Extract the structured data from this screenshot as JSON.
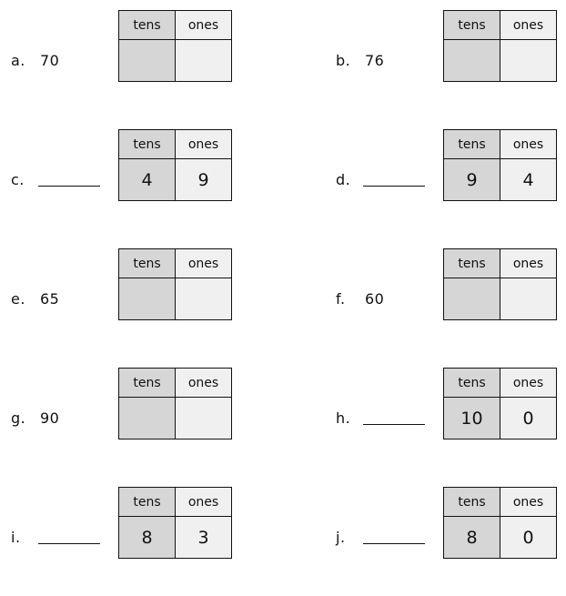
{
  "worksheet": {
    "table_headers": {
      "tens": "tens",
      "ones": "ones"
    }
  },
  "items": [
    {
      "letter": "a.",
      "number": "70",
      "blank": false,
      "tens": "",
      "ones": ""
    },
    {
      "letter": "b.",
      "number": "76",
      "blank": false,
      "tens": "",
      "ones": ""
    },
    {
      "letter": "c.",
      "number": "",
      "blank": true,
      "tens": "4",
      "ones": "9"
    },
    {
      "letter": "d.",
      "number": "",
      "blank": true,
      "tens": "9",
      "ones": "4"
    },
    {
      "letter": "e.",
      "number": "65",
      "blank": false,
      "tens": "",
      "ones": ""
    },
    {
      "letter": "f.",
      "number": "60",
      "blank": false,
      "tens": "",
      "ones": ""
    },
    {
      "letter": "g.",
      "number": "90",
      "blank": false,
      "tens": "",
      "ones": ""
    },
    {
      "letter": "h.",
      "number": "",
      "blank": true,
      "tens": "10",
      "ones": "0"
    },
    {
      "letter": "i.",
      "number": "",
      "blank": true,
      "tens": "8",
      "ones": "3"
    },
    {
      "letter": "j.",
      "number": "",
      "blank": true,
      "tens": "8",
      "ones": "0"
    }
  ],
  "colors": {
    "tens_bg": "#d6d6d6",
    "ones_bg": "#f0f0f0",
    "border": "#111111"
  }
}
